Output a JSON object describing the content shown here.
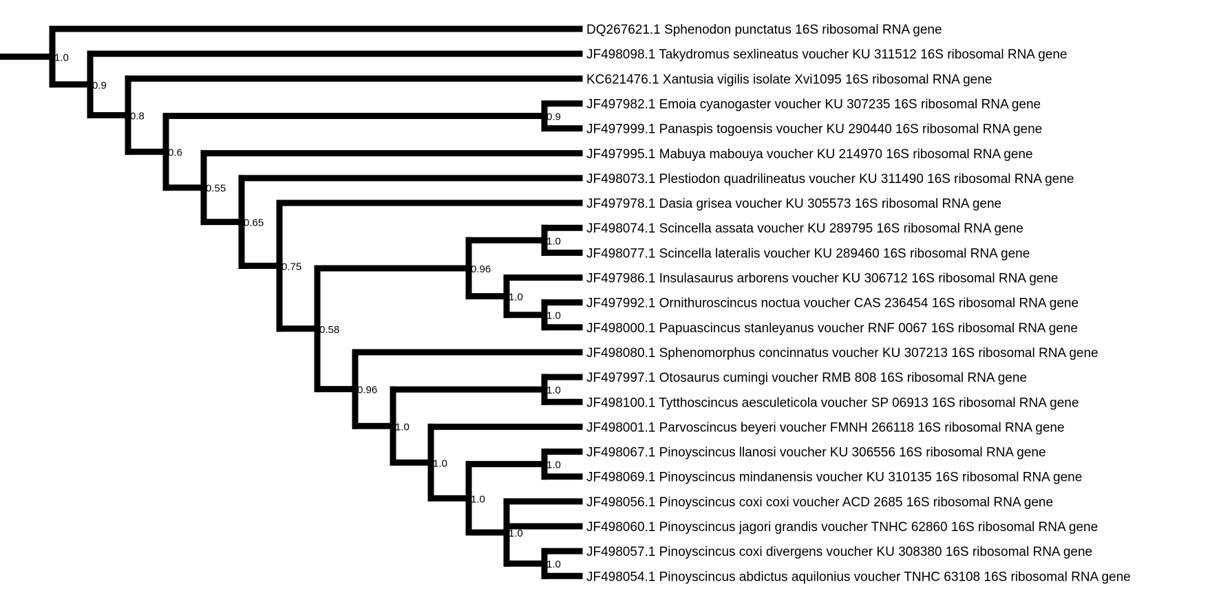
{
  "tree": {
    "line_color": "#000000",
    "label_color": "#000000",
    "background": "#ffffff",
    "taxa": [
      "DQ267621.1 Sphenodon punctatus 16S ribosomal RNA gene",
      "JF498098.1 Takydromus sexlineatus voucher KU 311512 16S ribosomal RNA gene",
      "KC621476.1 Xantusia vigilis isolate Xvi1095 16S ribosomal RNA gene",
      "JF497982.1 Emoia cyanogaster voucher KU 307235 16S ribosomal RNA gene",
      "JF497999.1 Panaspis togoensis voucher KU 290440 16S ribosomal RNA gene",
      "JF497995.1 Mabuya mabouya voucher KU 214970 16S ribosomal RNA gene",
      "JF498073.1 Plestiodon quadrilineatus voucher KU 311490 16S ribosomal RNA gene",
      "JF497978.1 Dasia grisea voucher KU 305573 16S ribosomal RNA gene",
      "JF498074.1 Scincella assata voucher KU 289795 16S ribosomal RNA gene",
      "JF498077.1 Scincella lateralis voucher KU 289460 16S ribosomal RNA gene",
      "JF497986.1 Insulasaurus arborens voucher KU 306712 16S ribosomal RNA gene",
      "JF497992.1 Ornithuroscincus noctua voucher CAS 236454 16S ribosomal RNA gene",
      "JF498000.1 Papuascincus stanleyanus voucher RNF 0067 16S ribosomal RNA gene",
      "JF498080.1 Sphenomorphus concinnatus voucher KU 307213 16S ribosomal RNA gene",
      "JF497997.1 Otosaurus cumingi voucher RMB 808 16S ribosomal RNA gene",
      "JF498100.1 Tytthoscincus aesculeticola voucher SP 06913 16S ribosomal RNA gene",
      "JF498001.1 Parvoscincus beyeri voucher FMNH 266118 16S ribosomal RNA gene",
      "JF498067.1 Pinoyscincus llanosi voucher KU 306556 16S ribosomal RNA gene",
      "JF498069.1 Pinoyscincus mindanensis voucher KU 310135 16S ribosomal RNA gene",
      "JF498056.1 Pinoyscincus coxi coxi voucher ACD 2685 16S ribosomal RNA gene",
      "JF498060.1 Pinoyscincus jagori grandis voucher TNHC 62860 16S ribosomal RNA gene",
      "JF498057.1 Pinoyscincus coxi divergens voucher KU 308380 16S ribosomal RNA gene",
      "JF498054.1 Pinoyscincus abdictus aquilonius voucher TNHC 63108 16S ribosomal RNA gene"
    ],
    "nodes": [
      {
        "id": "root",
        "depth": 0,
        "children": [
          0,
          "n1"
        ],
        "support": "1.0"
      },
      {
        "id": "n1",
        "depth": 1,
        "children": [
          1,
          "n2"
        ],
        "support": "0.9"
      },
      {
        "id": "n2",
        "depth": 2,
        "children": [
          2,
          "n3"
        ],
        "support": "0.8"
      },
      {
        "id": "n3",
        "depth": 3,
        "children": [
          "n4",
          "n5"
        ],
        "support": "0.6"
      },
      {
        "id": "n4",
        "depth": 13,
        "children": [
          3,
          4
        ],
        "support": "0.9"
      },
      {
        "id": "n5",
        "depth": 4,
        "children": [
          5,
          "n6"
        ],
        "support": "0.55"
      },
      {
        "id": "n6",
        "depth": 5,
        "children": [
          6,
          "n7"
        ],
        "support": "0.65"
      },
      {
        "id": "n7",
        "depth": 6,
        "children": [
          7,
          "n8"
        ],
        "support": "0.75"
      },
      {
        "id": "n8",
        "depth": 7,
        "children": [
          "n9",
          "n12"
        ],
        "support": "0.58"
      },
      {
        "id": "n9",
        "depth": 11,
        "children": [
          "n10",
          "n11"
        ],
        "support": "0.96"
      },
      {
        "id": "n10",
        "depth": 13,
        "children": [
          8,
          9
        ],
        "support": "1.0"
      },
      {
        "id": "n11",
        "depth": 12,
        "children": [
          10,
          "n11b"
        ],
        "support": "1.0"
      },
      {
        "id": "n11b",
        "depth": 13,
        "children": [
          11,
          12
        ],
        "support": "1.0"
      },
      {
        "id": "n12",
        "depth": 8,
        "children": [
          13,
          "n13"
        ],
        "support": "0.96"
      },
      {
        "id": "n13",
        "depth": 9,
        "children": [
          "n14",
          "n15"
        ],
        "support": "1.0"
      },
      {
        "id": "n14",
        "depth": 13,
        "children": [
          14,
          15
        ],
        "support": "1.0"
      },
      {
        "id": "n15",
        "depth": 10,
        "children": [
          16,
          "n16"
        ],
        "support": "1.0"
      },
      {
        "id": "n16",
        "depth": 11,
        "children": [
          "n17",
          "n18"
        ],
        "support": "1.0"
      },
      {
        "id": "n17",
        "depth": 13,
        "children": [
          17,
          18
        ],
        "support": "1.0"
      },
      {
        "id": "n18",
        "depth": 12,
        "children": [
          19,
          20,
          "n19"
        ],
        "support": "1.0"
      },
      {
        "id": "n19",
        "depth": 13,
        "children": [
          21,
          22
        ],
        "support": "1.0"
      }
    ]
  }
}
